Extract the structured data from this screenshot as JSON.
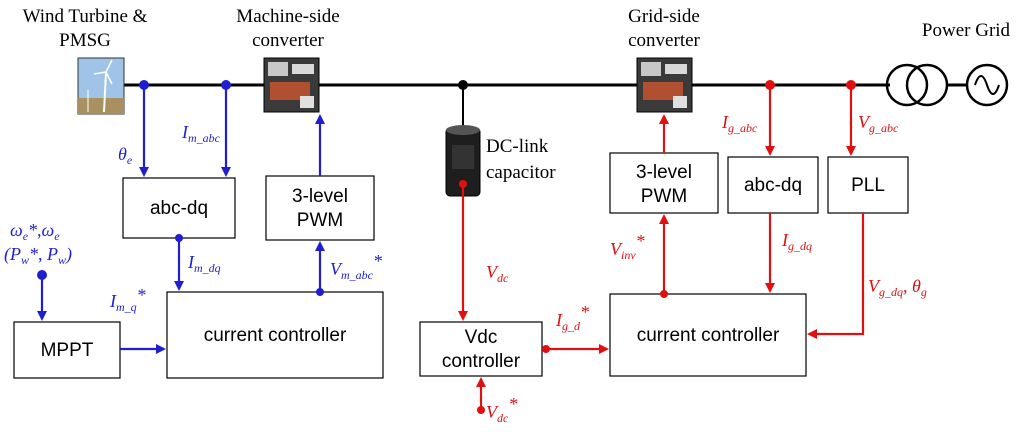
{
  "components": {
    "wind_turbine": [
      "Wind Turbine &",
      "PMSG"
    ],
    "machine_side": [
      "Machine-side",
      "converter"
    ],
    "grid_side": [
      "Grid-side",
      "converter"
    ],
    "power_grid": "Power Grid",
    "dc_link": [
      "DC-link",
      "capacitor"
    ]
  },
  "blocks": {
    "abc_dq_left": "abc-dq",
    "pwm_left": [
      "3-level",
      "PWM"
    ],
    "mppt": "MPPT",
    "current_ctrl_left": "current controller",
    "vdc_ctrl": [
      "Vdc",
      "controller"
    ],
    "pwm_right": [
      "3-level",
      "PWM"
    ],
    "abc_dq_right": "abc-dq",
    "pll": "PLL",
    "current_ctrl_right": "current controller"
  },
  "signals": {
    "theta_e": {
      "base": "θ",
      "sub": "e"
    },
    "i_m_abc": {
      "base": "I",
      "sub": "m_abc"
    },
    "i_m_dq": {
      "base": "I",
      "sub": "m_dq"
    },
    "i_m_q_ref": {
      "base": "I",
      "sub": "m_q",
      "sup": "*"
    },
    "v_m_abc_ref": {
      "base": "V",
      "sub": "m_abc",
      "sup": "*"
    },
    "omega": {
      "line1": "ω",
      "line1_sub": "e",
      "line1_mid": "*,ω",
      "line1_sub2": "e",
      "line2a": "(P",
      "line2a_sub": "w",
      "line2b": "*, P",
      "line2b_sub": "w",
      "line2c": ")"
    },
    "v_dc": {
      "base": "V",
      "sub": "dc"
    },
    "v_dc_ref": {
      "base": "V",
      "sub": "dc",
      "sup": "*"
    },
    "i_g_d_ref": {
      "base": "I",
      "sub": "g_d",
      "sup": "*"
    },
    "v_inv_ref": {
      "base": "V",
      "sub": "inv",
      "sup": "*"
    },
    "i_g_abc": {
      "base": "I",
      "sub": "g_abc"
    },
    "i_g_dq": {
      "base": "I",
      "sub": "g_dq"
    },
    "v_g_abc": {
      "base": "V",
      "sub": "g_abc"
    },
    "v_g_dq_theta": {
      "base": "V",
      "sub": "g_dq",
      "mid": ", θ",
      "sub2": "g"
    }
  },
  "colors": {
    "machine_side": "#1f1fd0",
    "grid_side": "#e01010",
    "bus": "#000000"
  }
}
